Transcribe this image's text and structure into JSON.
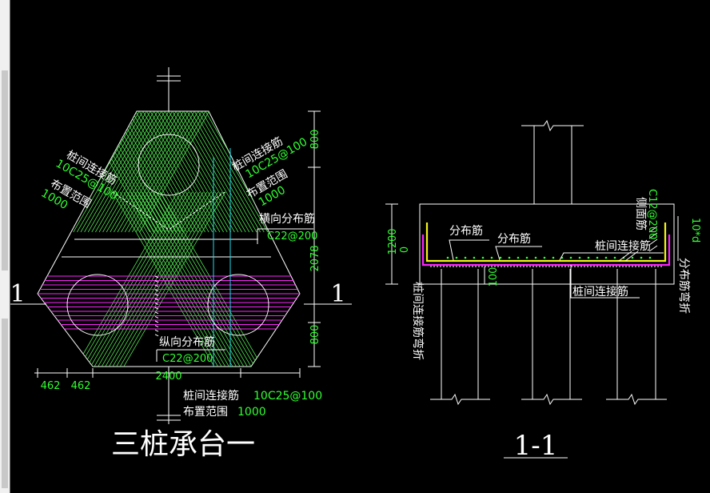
{
  "colors": {
    "background": "#000000",
    "white": "#ffffff",
    "green": "#31ff31",
    "hatch_green": "#4fe24f",
    "magenta": "#ff22ff",
    "cyan": "#22d8e8",
    "yellow": "#f4f41a"
  },
  "plan": {
    "title": "三桩承台一",
    "section_mark_left": "1",
    "section_mark_right": "1",
    "left_label": {
      "name": "桩间连接筋",
      "spec": "10C25@100",
      "range_label": "布置范围",
      "range_value": "1000"
    },
    "right_label": {
      "name": "桩间连接筋",
      "spec": "10C25@100",
      "range_label": "布置范围",
      "range_value": "1000"
    },
    "transverse_label": "横向分布筋",
    "transverse_spec": "C22@200",
    "longitudinal_label": "纵向分布筋",
    "longitudinal_spec": "C22@200",
    "bottom_label": {
      "name": "桩间连接筋",
      "spec": "10C25@100",
      "range_label": "布置范围",
      "range_value": "1000"
    },
    "dims_right": [
      "800",
      "2078",
      "800"
    ],
    "dims_bottom": [
      "462",
      "462",
      "2400"
    ]
  },
  "section": {
    "title": "1-1",
    "dims_left": [
      "1200",
      "0"
    ],
    "dim_100": "100",
    "label_dist1": "分布筋",
    "label_dist2": "分布筋",
    "label_link_top": "桩间连接筋",
    "label_link_bottom": "桩间连接筋",
    "label_side_bar": "侧面筋",
    "label_side_spec": "C12@200",
    "label_bend_left": "桩间连接筋弯折",
    "label_bend_right": "分布筋弯折",
    "label_bend_right_value": "10*d"
  }
}
